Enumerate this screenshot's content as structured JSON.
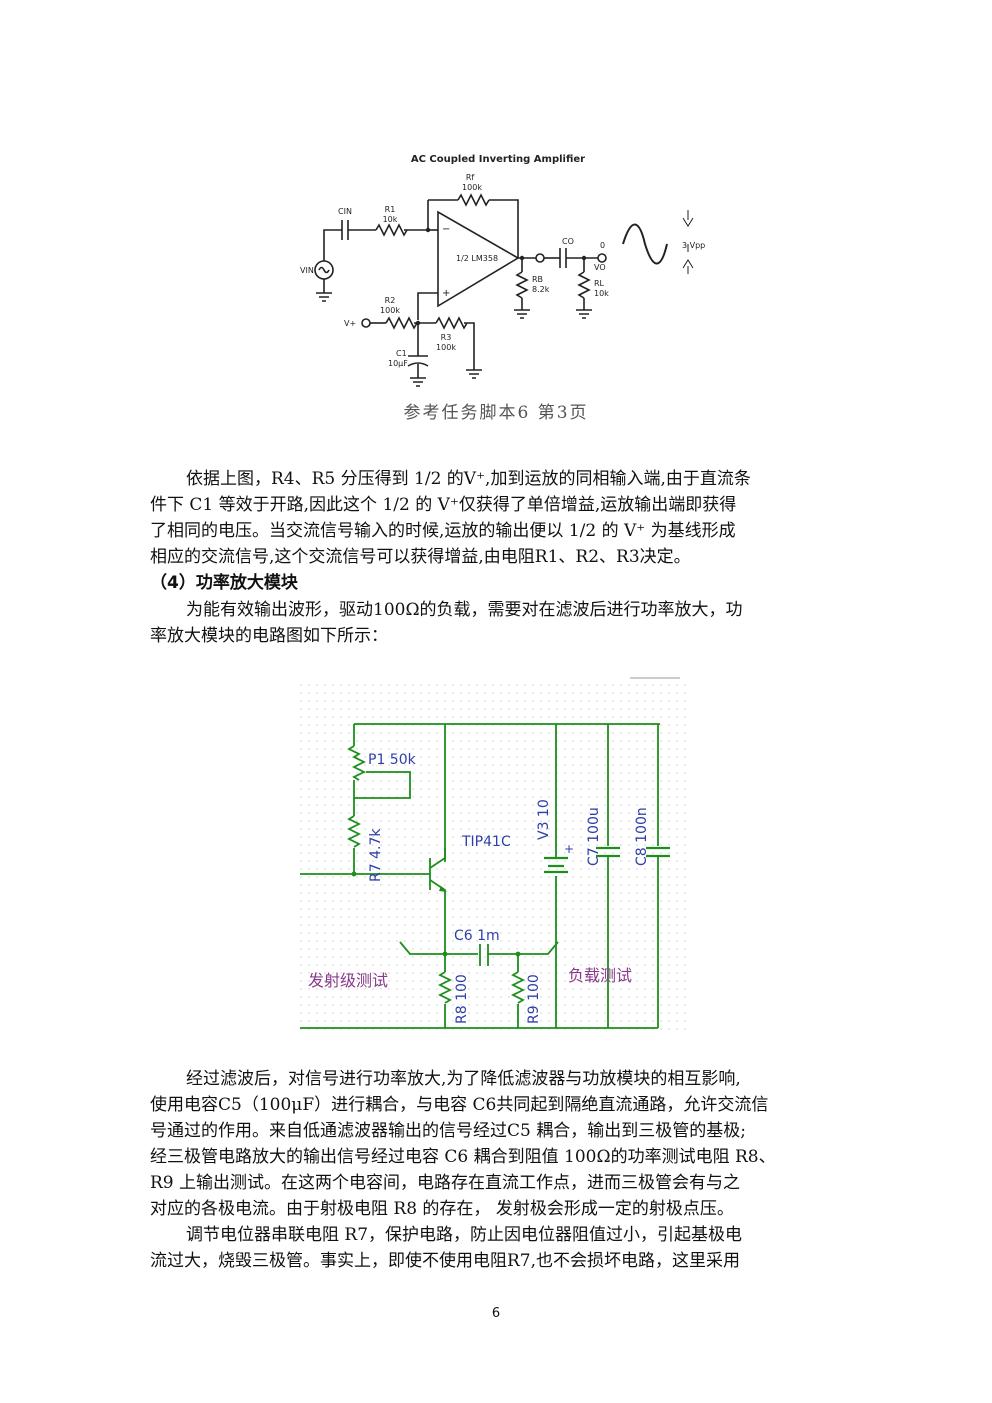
{
  "figure1": {
    "title": "AC Coupled Inverting Amplifier",
    "labels": {
      "rf": "Rf",
      "rf_val": "100k",
      "cin": "CIN",
      "r1": "R1",
      "r1_val": "10k",
      "vin": "VIN",
      "opamp": "1/2 LM358",
      "minus": "−",
      "plus": "+",
      "co": "CO",
      "vo": "VO",
      "rb": "RB",
      "rb_val": "8.2k",
      "rl": "RL",
      "rl_val": "10k",
      "zero": "0",
      "vpp": "3 Vpp",
      "r2": "R2",
      "r2_val": "100k",
      "vplus": "V+",
      "r3": "R3",
      "r3_val": "100k",
      "c1": "C1",
      "c1_val": "10µF"
    },
    "caption": "参考任务脚本6 第3页"
  },
  "paragraph1": [
    "依据上图，R4、R5 分压得到 1/2 的V⁺,加到运放的同相输入端,由于直流条",
    "件下 C1 等效于开路,因此这个 1/2 的 V⁺仅获得了单倍增益,运放输出端即获得",
    "了相同的电压。当交流信号输入的时候,运放的输出便以 1/2 的 V⁺ 为基线形成",
    "相应的交流信号,这个交流信号可以获得增益,由电阻R1、R2、R3决定。"
  ],
  "heading": "（4）功率放大模块",
  "paragraph2": [
    "为能有效输出波形，驱动100Ω的负载，需要对在滤波后进行功率放大，功",
    "率放大模块的电路图如下所示："
  ],
  "figure2": {
    "labels": {
      "p1": "P1 50k",
      "r7": "R7 4.7k",
      "transistor": "TIP41C",
      "v3": "V3 10",
      "c7": "C7 100u",
      "c8": "C8 100n",
      "c6": "C6 1m",
      "emitter_test": "发射级测试",
      "load_test": "负载测试",
      "r8": "R8 100",
      "r9": "R9 100",
      "plus": "+"
    }
  },
  "paragraph3": [
    "经过滤波后，对信号进行功率放大,为了降低滤波器与功放模块的相互影响,",
    "使用电容C5（100μF）进行耦合，与电容 C6共同起到隔绝直流通路，允许交流信",
    "号通过的作用。来自低通滤波器输出的信号经过C5 耦合，输出到三极管的基极;",
    "经三极管电路放大的输出信号经过电容 C6 耦合到阻值 100Ω的功率测试电阻 R8、",
    "R9 上输出测试。在这两个电容间，电路存在直流工作点，进而三极管会有与之",
    "对应的各极电流。由于射极电阻 R8 的存在， 发射极会形成一定的射极点压。",
    "调节电位器串联电阻 R7，保护电路，防止因电位器阻值过小，引起基极电",
    "流过大，烧毁三极管。事实上，即使不使用电阻R7,也不会损坏电路，这里采用"
  ],
  "page_number": "6"
}
